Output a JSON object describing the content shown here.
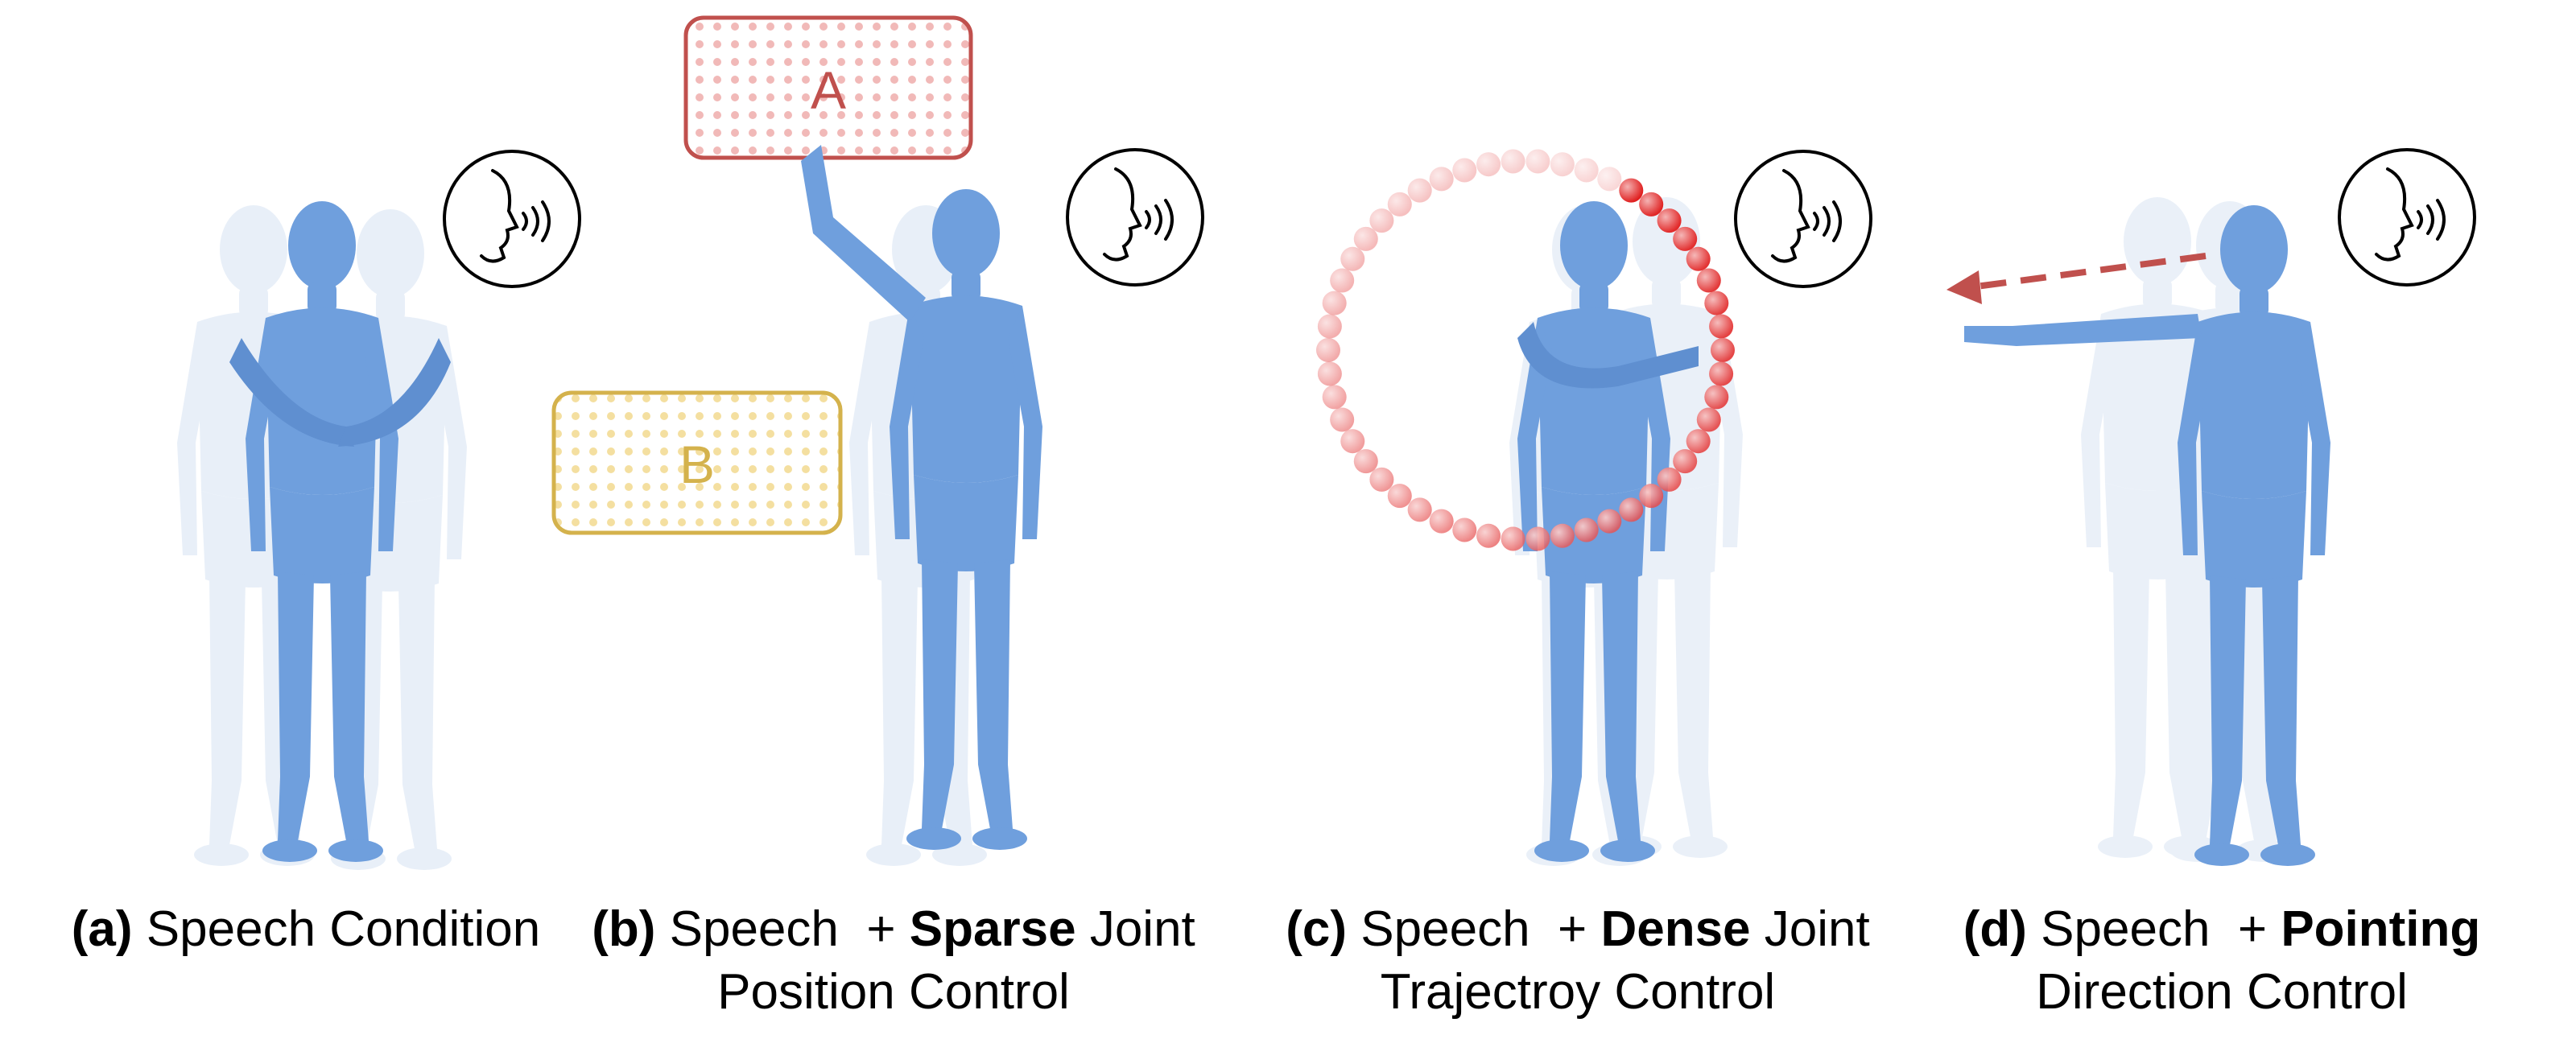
{
  "panels": [
    {
      "id": "a",
      "label": "(a)",
      "text": "Speech Condition"
    },
    {
      "id": "b",
      "label": "(b)",
      "pre": "Speech  + ",
      "bold": "Sparse",
      "post": " Joint",
      "line2": "Position Control"
    },
    {
      "id": "c",
      "label": "(c)",
      "pre": "Speech  + ",
      "bold": "Dense",
      "post": " Joint",
      "line2": "Trajectroy Control"
    },
    {
      "id": "d",
      "label": "(d)",
      "pre": "Speech  + ",
      "bold": "Pointing",
      "post": "",
      "line2": "Direction Control"
    }
  ],
  "targets": {
    "a": "A",
    "b": "B"
  },
  "icons": [
    "speaking-head-icon"
  ],
  "colors": {
    "body": "#6f9fdd",
    "body_ghost": "#c9daf0",
    "target_a": "#c0504d",
    "target_a_fill": "#f6d6d5",
    "target_b": "#d4b24c",
    "target_b_fill": "#fbf0cf",
    "trajectory_light": "#f4b6b6",
    "trajectory_dark": "#e02020",
    "arrow": "#c0504d"
  }
}
